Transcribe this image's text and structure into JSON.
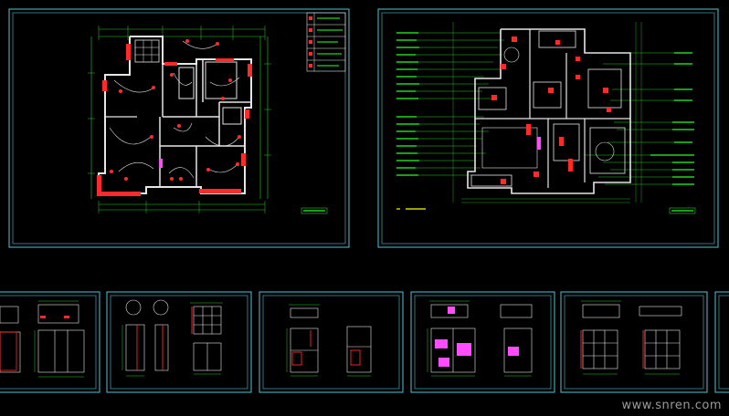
{
  "watermark": "www.snren.com",
  "colors": {
    "background": "#000000",
    "sheet_border": "#4fc3d6",
    "wall": "#e6e6e6",
    "dimension": "#21d321",
    "electric": "#ff2a2a",
    "annotation": "#d4d400",
    "callout": "#ff4cff"
  },
  "sheets": [
    {
      "id": "electrical-plan",
      "kind": "floor-plan-electrical"
    },
    {
      "id": "lighting-plan",
      "kind": "floor-plan-annotated"
    },
    {
      "id": "elevation-1",
      "kind": "elevation-set"
    },
    {
      "id": "elevation-2",
      "kind": "elevation-set"
    },
    {
      "id": "elevation-3",
      "kind": "elevation-set"
    },
    {
      "id": "elevation-4",
      "kind": "elevation-set"
    },
    {
      "id": "elevation-5",
      "kind": "elevation-set"
    },
    {
      "id": "elevation-6",
      "kind": "elevation-set"
    },
    {
      "id": "elevation-7",
      "kind": "elevation-set"
    }
  ]
}
